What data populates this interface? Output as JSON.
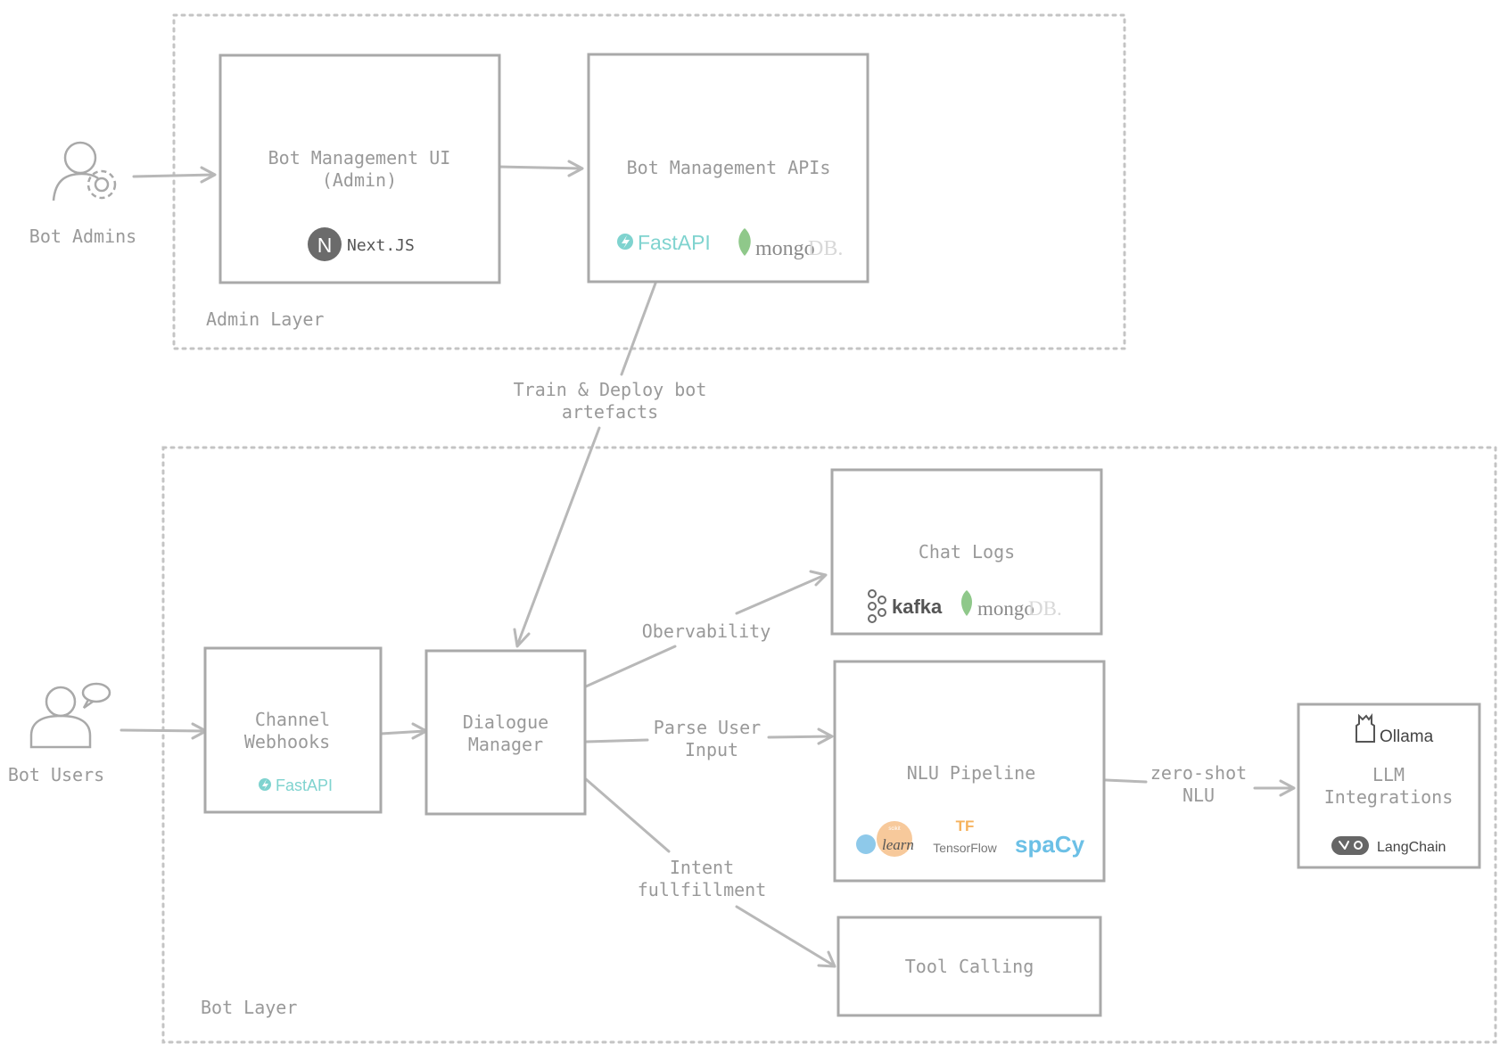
{
  "layers": {
    "admin": "Admin Layer",
    "bot": "Bot Layer"
  },
  "actors": {
    "admins": "Bot Admins",
    "users": "Bot Users"
  },
  "components": {
    "mgmt_ui": {
      "line1": "Bot Management UI",
      "line2": "(Admin)"
    },
    "mgmt_api": {
      "line1": "Bot Management APIs"
    },
    "webhooks": {
      "line1": "Channel",
      "line2": "Webhooks"
    },
    "dialogue": {
      "line1": "Dialogue",
      "line2": "Manager"
    },
    "chatlogs": {
      "line1": "Chat Logs"
    },
    "nlu": {
      "line1": "NLU Pipeline"
    },
    "tools": {
      "line1": "Tool Calling"
    },
    "llm": {
      "line1": "LLM",
      "line2": "Integrations"
    }
  },
  "connections": {
    "train": {
      "line1": "Train & Deploy bot",
      "line2": "artefacts"
    },
    "observability": {
      "line1": "Obervability"
    },
    "parse": {
      "line1": "Parse User",
      "line2": "Input"
    },
    "intent": {
      "line1": "Intent",
      "line2": "fullfillment"
    },
    "zeroshot": {
      "line1": "zero-shot",
      "line2": "NLU"
    }
  },
  "logos": {
    "nextjs": "Next.JS",
    "nextjs_mark": "N",
    "fastapi": "FastAPI",
    "mongodb_a": "mongo",
    "mongodb_b": "DB.",
    "kafka": "kafka",
    "sklearn": "learn",
    "sklearn_tag": "scikit",
    "tensorflow": "TensorFlow",
    "tensorflow_mark": "TF",
    "spacy": "spaCy",
    "ollama": "Ollama",
    "langchain": "LangChain"
  },
  "colors": {
    "fastapi": "#7fd3cf",
    "mongodb_leaf": "#8fc88a",
    "spacy": "#6cc0e6",
    "sklearn_blue": "#8ec9ea",
    "sklearn_orange": "#f7c99b",
    "tensorflow": "#f6b25c"
  }
}
